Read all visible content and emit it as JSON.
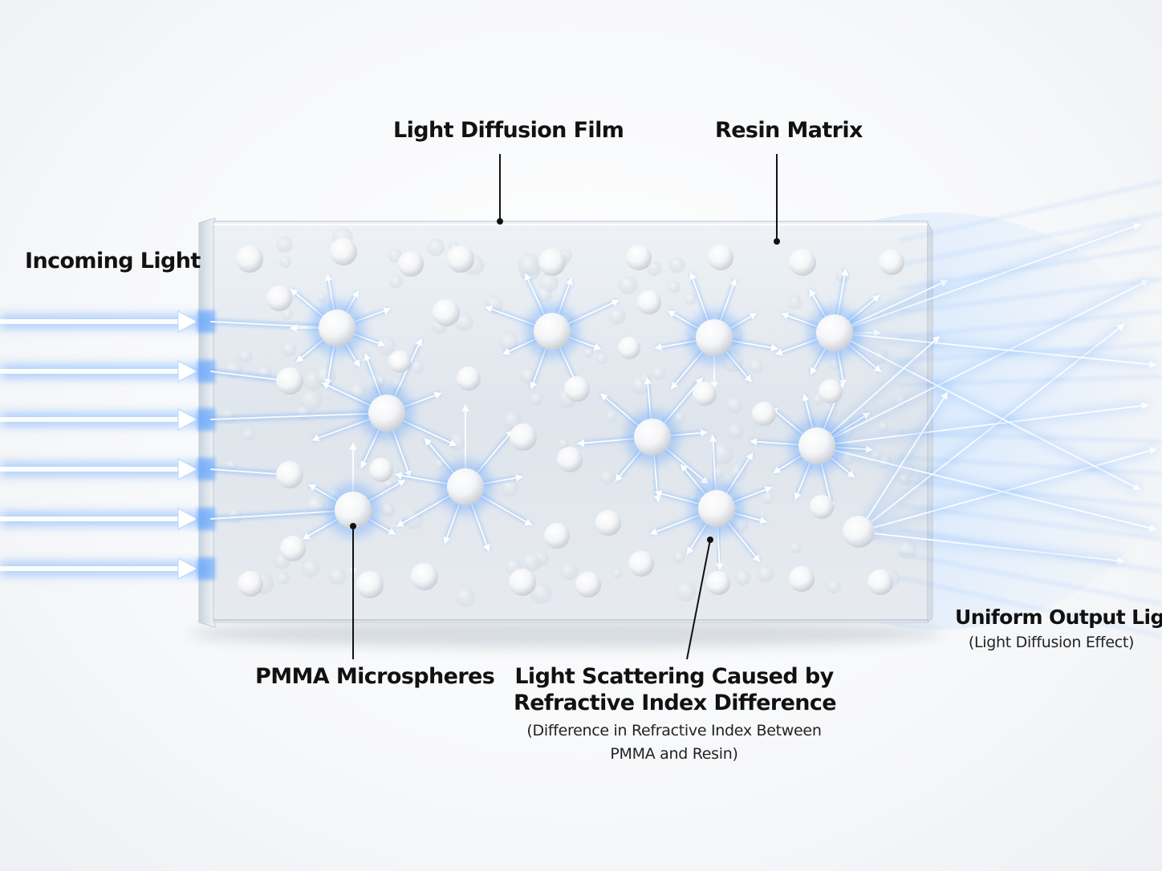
{
  "labels": {
    "film": "Light Diffusion Film",
    "resin": "Resin Matrix",
    "incoming": "Incoming Light",
    "pmma": "PMMA Microspheres",
    "scatter_line1": "Light Scattering Caused by",
    "scatter_line2": "Refractive Index Difference",
    "scatter_note_line1": "(Difference in Refractive Index Between",
    "scatter_note_line2": "PMMA and Resin)",
    "output": "Uniform Output Light",
    "output_note": "(Light Diffusion Effect)"
  },
  "colors": {
    "light_beam": "#5aa0ff",
    "arrow": "#eaf4ff",
    "glow": "#8ec3ff",
    "film": "#dfe6ee",
    "sphere": "#ffffff",
    "leader": "#111111"
  }
}
